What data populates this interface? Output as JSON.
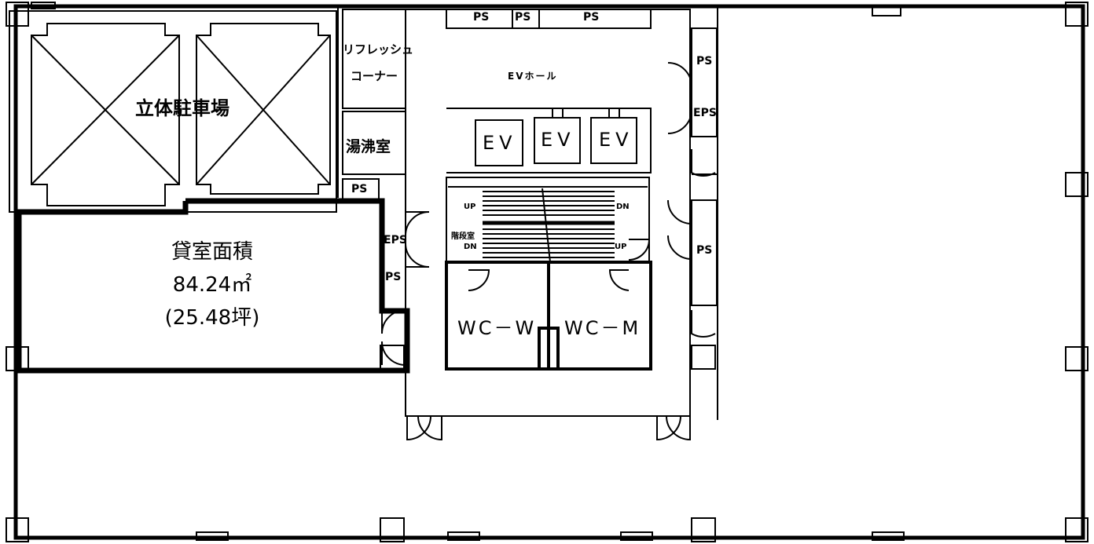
{
  "labels": {
    "parking": "立体駐車場",
    "refresh_1": "リフレッシュ",
    "refresh_2": "コーナー",
    "kitchen": "湯沸室",
    "ps": "PS",
    "eps": "EPS",
    "ev_hall": "EVホール",
    "ev": "EV",
    "up": "UP",
    "dn": "DN",
    "stair_room": "階段室",
    "wc_w": "WC－W",
    "wc_m": "WC－M"
  },
  "rental": {
    "title": "貸室面積",
    "area_m2": "84.24㎡",
    "area_tsubo": "(25.48坪)"
  }
}
